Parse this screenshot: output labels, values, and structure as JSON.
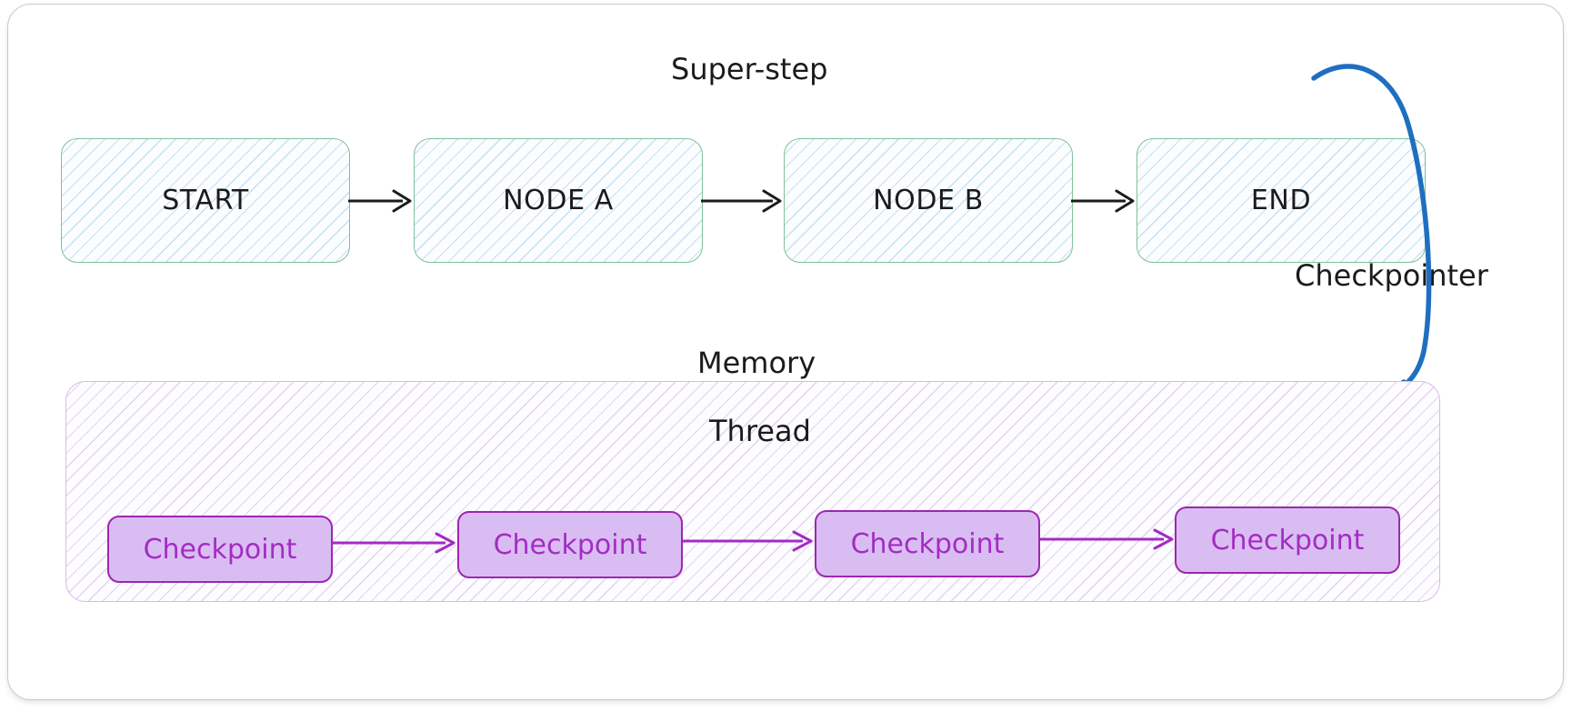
{
  "diagram": {
    "title": "LangGraph super-step and checkpointer memory diagram",
    "colors": {
      "node_border": "#7fc19a",
      "node_hatch": "#96c8eb",
      "thread_border": "#d9b8ea",
      "thread_hatch": "#c4a0e4",
      "checkpoint_border": "#9c27b0",
      "checkpoint_fill": "#d9bdf2",
      "checkpoint_text": "#a32cc4",
      "checkpointer_arrow": "#1f6fc0",
      "node_arrow": "#1b1b1b",
      "frame_border": "#c9c9c9",
      "text": "#1b1b1b"
    },
    "labels": {
      "super_step": "Super-step",
      "memory": "Memory",
      "thread": "Thread",
      "checkpointer": "Checkpointer"
    },
    "graph_nodes": [
      {
        "id": "start",
        "label": "START"
      },
      {
        "id": "node-a",
        "label": "NODE A"
      },
      {
        "id": "node-b",
        "label": "NODE B"
      },
      {
        "id": "end",
        "label": "END"
      }
    ],
    "checkpoints": [
      {
        "id": "checkpoint-1",
        "label": "Checkpoint"
      },
      {
        "id": "checkpoint-2",
        "label": "Checkpoint"
      },
      {
        "id": "checkpoint-3",
        "label": "Checkpoint"
      },
      {
        "id": "checkpoint-4",
        "label": "Checkpoint"
      }
    ]
  }
}
